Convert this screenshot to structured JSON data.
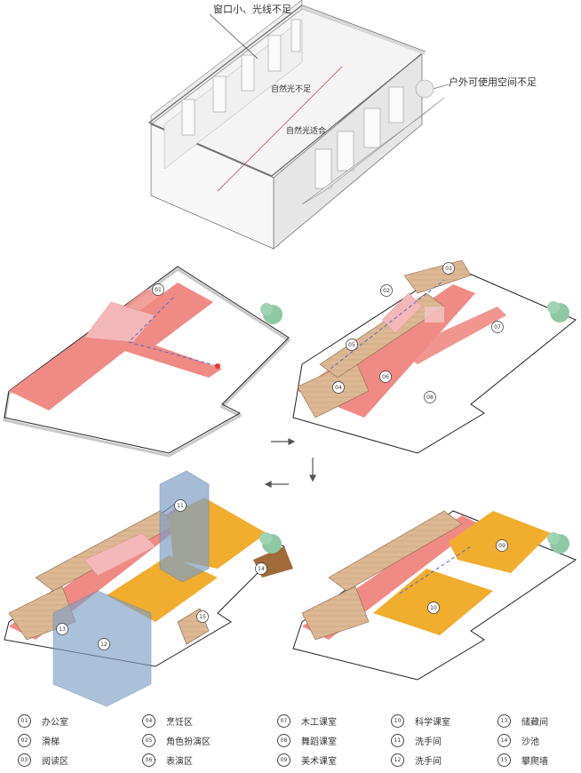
{
  "annotations": {
    "small_windows": "窗口小、光线不足",
    "outdoor": "户外可使用空间不足",
    "light_insufficient": "自然光不足",
    "light_suitable": "自然光适合"
  },
  "legend": [
    {
      "num": "01",
      "label": "办公室"
    },
    {
      "num": "02",
      "label": "滑梯"
    },
    {
      "num": "03",
      "label": "阅读区"
    },
    {
      "num": "04",
      "label": "烹饪区"
    },
    {
      "num": "05",
      "label": "角色扮演区"
    },
    {
      "num": "06",
      "label": "表演区"
    },
    {
      "num": "07",
      "label": "木工课室"
    },
    {
      "num": "08",
      "label": "舞蹈课室"
    },
    {
      "num": "09",
      "label": "美术课室"
    },
    {
      "num": "10",
      "label": "科学课室"
    },
    {
      "num": "11",
      "label": "洗手间"
    },
    {
      "num": "12",
      "label": "洗手间"
    },
    {
      "num": "13",
      "label": "储藏间"
    },
    {
      "num": "14",
      "label": "沙池"
    },
    {
      "num": "15",
      "label": "攀爬墙"
    }
  ],
  "badges": {
    "p1": [
      "01"
    ],
    "p2": [
      "02",
      "03",
      "05",
      "04",
      "06",
      "07",
      "08"
    ],
    "p3": [
      "11",
      "14",
      "13",
      "12",
      "15"
    ],
    "p4": [
      "09",
      "10"
    ]
  },
  "colors": {
    "red_path": "#f08a84",
    "pink_bridge": "#f4b8b8",
    "wood": "#d9b48f",
    "orange": "#f0ad2e",
    "blue": "#7f9fc6",
    "tree": "#8fc9a4",
    "sand": "#a06a3a"
  }
}
